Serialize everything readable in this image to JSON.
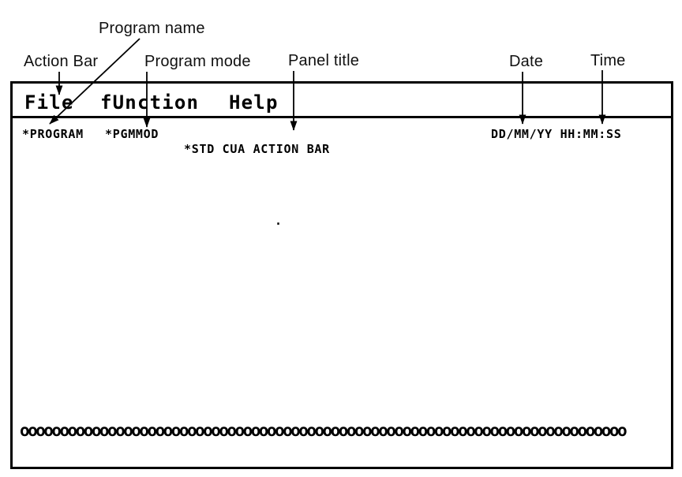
{
  "colors": {
    "ink": "#000000",
    "paper": "#ffffff"
  },
  "annotations": {
    "program_name_label": "Program name",
    "action_bar_label": "Action Bar",
    "program_mode_label": "Program mode",
    "panel_title_label": "Panel title",
    "date_label": "Date",
    "time_label": "Time"
  },
  "panel": {
    "menu_items": [
      {
        "label": "File"
      },
      {
        "label": "fUnction"
      },
      {
        "label": "Help"
      }
    ],
    "program_name": "*PROGRAM",
    "program_mode": "*PGMMOD",
    "datetime_mask": "DD/MM/YY HH:MM:SS",
    "panel_title": "*STD CUA ACTION BAR",
    "cursor_dot": ".",
    "message_line": "oooooooooooooooooooooooooooooooooooooooooooooooooooooooooooooooooooooooooooo"
  }
}
